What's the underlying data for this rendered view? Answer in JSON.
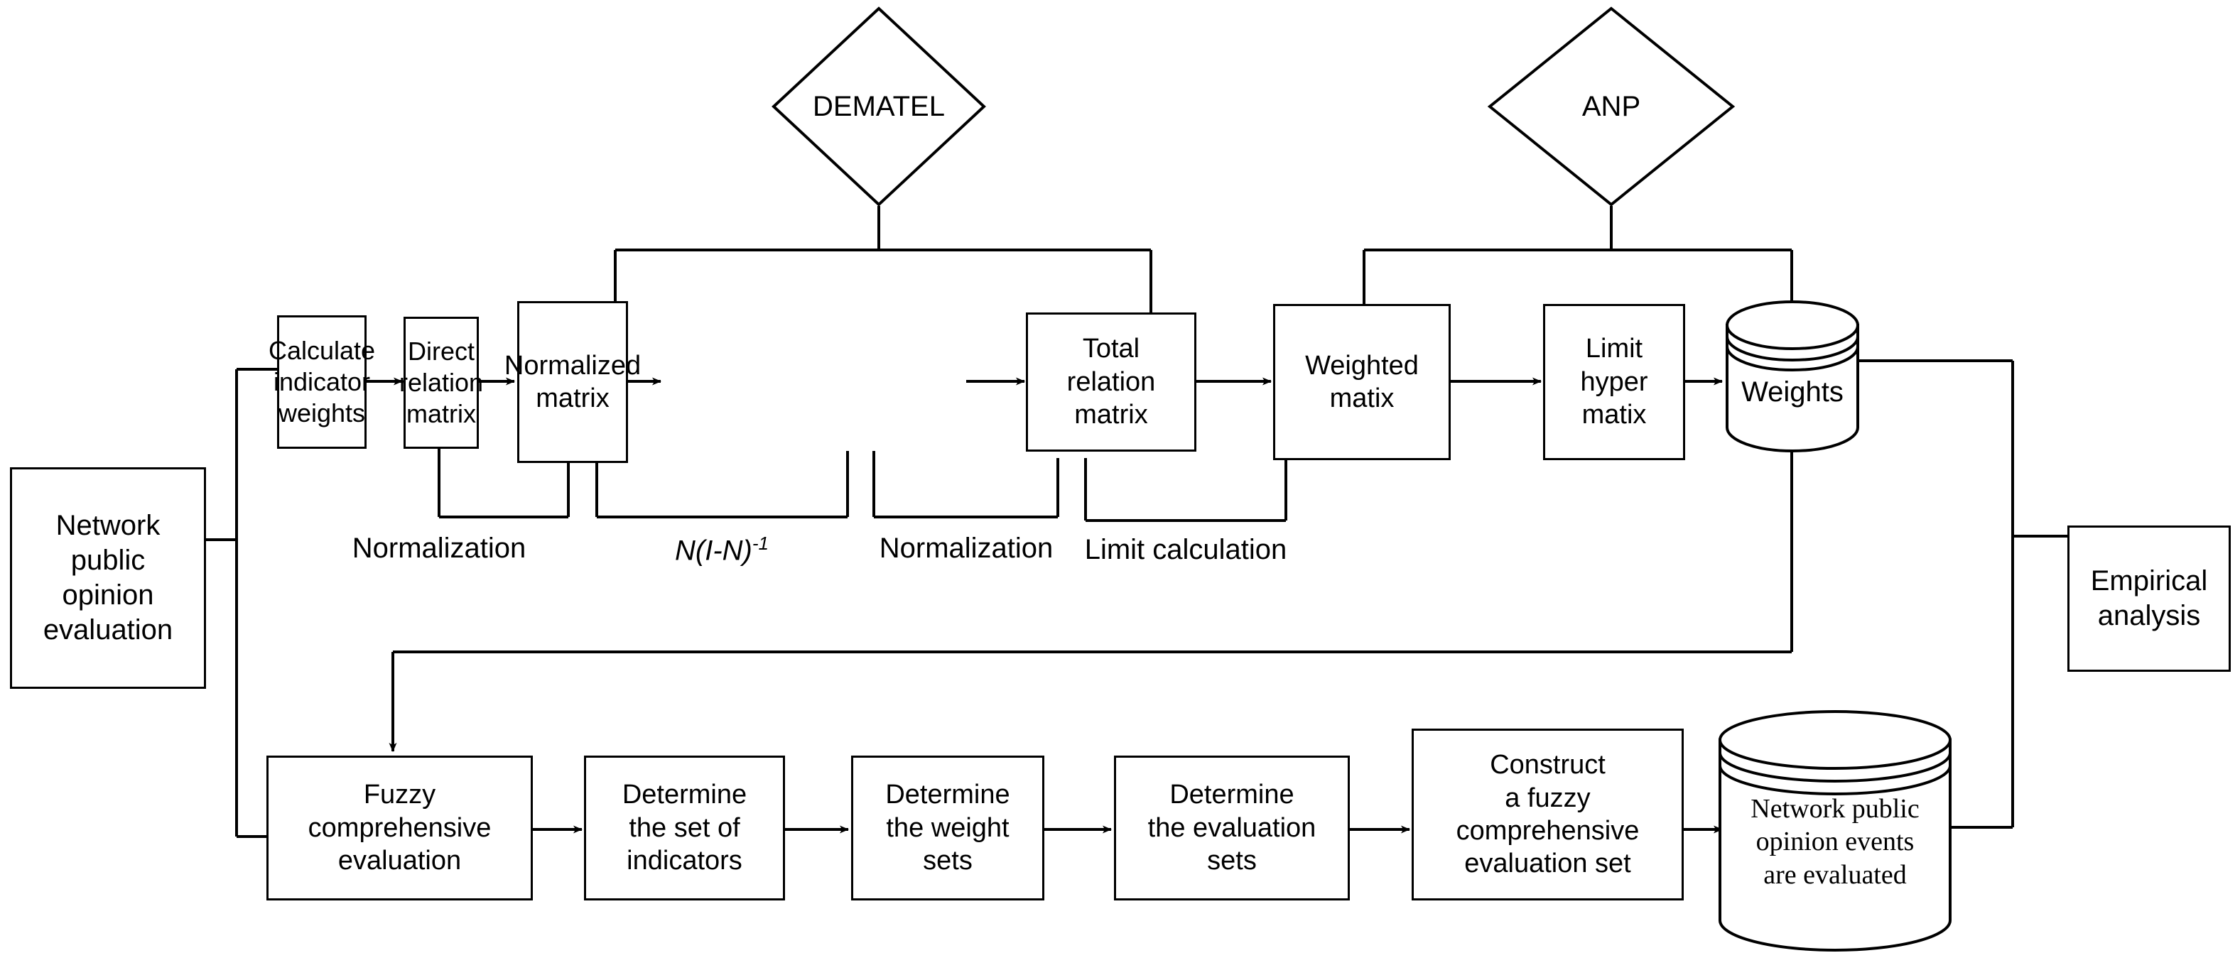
{
  "diagram": {
    "title": "Network public opinion evaluation methodology flowchart",
    "stroke_color": "#000000",
    "background_color": "#ffffff"
  },
  "methods": [
    {
      "name": "dematel",
      "label": "DEMATEL",
      "shape": "diamond"
    },
    {
      "name": "anp",
      "label": "ANP",
      "shape": "diamond"
    }
  ],
  "nodes": {
    "network_public_opinion_evaluation": {
      "label": "Network\npublic\nopinion\nevaluation",
      "shape": "rectangle"
    },
    "calculate_indicator_weights": {
      "label": "Calculate\nindicator\nweights",
      "shape": "rectangle"
    },
    "direct_relation_matrix": {
      "label": "Direct\nrelation\nmatrix",
      "shape": "rectangle"
    },
    "normalized_matrix": {
      "label": "Normalized\nmatrix",
      "shape": "rectangle"
    },
    "total_relation_matrix": {
      "label": "Total\nrelation\nmatrix",
      "shape": "rectangle"
    },
    "weighted_matix": {
      "label": "Weighted\nmatix",
      "shape": "rectangle"
    },
    "limit_hyper_matix": {
      "label": "Limit\nhyper\nmatix",
      "shape": "rectangle"
    },
    "weights": {
      "label": "Weights",
      "shape": "cylinder"
    },
    "empirical_analysis": {
      "label": "Empirical\nanalysis",
      "shape": "rectangle"
    },
    "fuzzy_comprehensive_evaluation": {
      "label": "Fuzzy\ncomprehensive\nevaluation",
      "shape": "rectangle"
    },
    "determine_set_of_indicators": {
      "label": "Determine\nthe set of\nindicators",
      "shape": "rectangle"
    },
    "determine_weight_sets": {
      "label": "Determine\nthe weight\nsets",
      "shape": "rectangle"
    },
    "determine_evaluation_sets": {
      "label": "Determine\nthe evaluation\nsets",
      "shape": "rectangle"
    },
    "construct_fuzzy_comprehensive_evaluation_set": {
      "label": "Construct\na fuzzy\ncomprehensive\nevaluation set",
      "shape": "rectangle"
    },
    "network_public_opinion_events_are_evaluated": {
      "label": "Network public\nopinion events\nare evaluated",
      "shape": "cylinder"
    }
  },
  "edge_labels": {
    "normalization_1": "Normalization",
    "n_i_minus_n_inverse": "N(I-N)",
    "n_i_minus_n_inverse_exp": "-1",
    "normalization_2": "Normalization",
    "limit_calculation": "Limit calculation"
  }
}
